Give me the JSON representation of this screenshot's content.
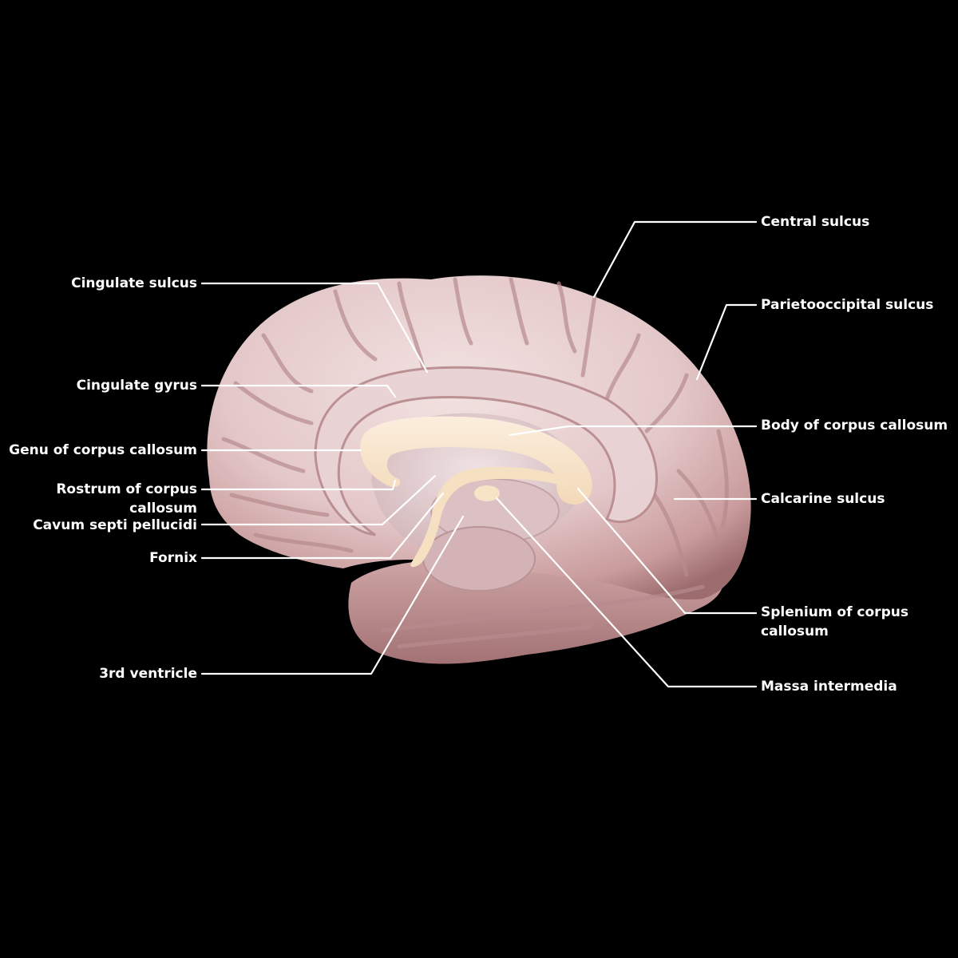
{
  "figure": {
    "subject": "Midsagittal section of the brain (medial view)",
    "background_color": "#000000",
    "label_color": "#ffffff",
    "leader_line_color": "#ffffff",
    "brain_color": "#e8cfd0",
    "brain_shadow_color": "#8a5a5c",
    "corpus_callosum_color": "#f7e3c6"
  },
  "labels": {
    "left": [
      {
        "id": "cingulate-sulcus",
        "text": "Cingulate sulcus"
      },
      {
        "id": "cingulate-gyrus",
        "text": "Cingulate gyrus"
      },
      {
        "id": "genu-corpus-callosum",
        "text": "Genu of corpus callosum"
      },
      {
        "id": "rostrum-corpus-callosum",
        "text": "Rostrum of corpus",
        "text2": "callosum"
      },
      {
        "id": "cavum-septi-pellucidi",
        "text": "Cavum septi pellucidi"
      },
      {
        "id": "fornix",
        "text": "Fornix"
      },
      {
        "id": "third-ventricle",
        "text": "3rd ventricle"
      }
    ],
    "right": [
      {
        "id": "central-sulcus",
        "text": "Central sulcus"
      },
      {
        "id": "parietooccipital-sulcus",
        "text": "Parietooccipital sulcus"
      },
      {
        "id": "body-corpus-callosum",
        "text": "Body of corpus callosum"
      },
      {
        "id": "calcarine-sulcus",
        "text": "Calcarine sulcus"
      },
      {
        "id": "splenium-corpus-callosum",
        "text": "Splenium of corpus",
        "text2": "callosum"
      },
      {
        "id": "massa-intermedia",
        "text": "Massa intermedia"
      }
    ]
  }
}
